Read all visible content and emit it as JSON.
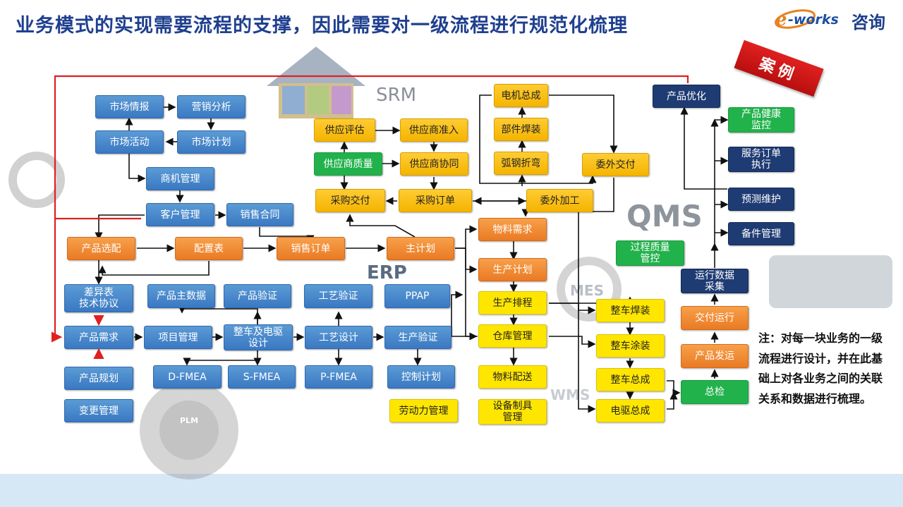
{
  "title": "业务模式的实现需要流程的支撑，因此需要对一级流程进行规范化梳理",
  "logo": {
    "brand": "e-works",
    "suffix": "咨询"
  },
  "badge": "案例",
  "watermarks": {
    "srm": "SRM",
    "erp": "ERP",
    "qms": "QMS",
    "mes": "MES",
    "wms": "WMS",
    "plm": "PLM"
  },
  "note": "注：对每一块业务的一级流程进行设计，并在此基础上对各业务之间的关联关系和数据进行梳理。",
  "boxes": {
    "mkt_intel": "市场情报",
    "mkt_analysis": "营销分析",
    "mkt_activity": "市场活动",
    "mkt_plan": "市场计划",
    "opportunity": "商机管理",
    "customer": "客户管理",
    "sales_contract": "销售合同",
    "product_config": "产品选配",
    "config_table": "配置表",
    "sales_order": "销售订单",
    "master_plan": "主计划",
    "diff_table": "差异表\n技术协议",
    "product_md": "产品主数据",
    "product_verify": "产品验证",
    "process_verify": "工艺验证",
    "ppap": "PPAP",
    "product_req": "产品需求",
    "project_mgmt": "项目管理",
    "vehicle_drive": "整车及电驱\n设计",
    "process_design": "工艺设计",
    "prod_verify": "生产验证",
    "product_plan": "产品规划",
    "dfmea": "D-FMEA",
    "sfmea": "S-FMEA",
    "pfmea": "P-FMEA",
    "control_plan": "控制计划",
    "change_mgmt": "变更管理",
    "labor_mgmt": "劳动力管理",
    "supplier_eval": "供应评估",
    "supplier_access": "供应商准入",
    "supplier_quality": "供应商质量",
    "supplier_collab": "供应商协同",
    "purchase_delivery": "采购交付",
    "purchase_order": "采购订单",
    "motor_assembly": "电机总成",
    "part_welding": "部件焊装",
    "arc_bending": "弧钢折弯",
    "outsource_process": "委外加工",
    "outsource_delivery": "委外交付",
    "material_req": "物料需求",
    "prod_plan": "生产计划",
    "prod_schedule": "生产排程",
    "warehouse": "仓库管理",
    "material_dist": "物料配送",
    "equipment": "设备制具\n管理",
    "process_quality": "过程质量\n管控",
    "vehicle_weld": "整车焊装",
    "vehicle_paint": "整车涂装",
    "vehicle_assembly": "整车总成",
    "edrive_assembly": "电驱总成",
    "final_check": "总检",
    "product_ship": "产品发运",
    "delivery_run": "交付运行",
    "run_data": "运行数据\n采集",
    "product_opt": "产品优化",
    "health_monitor": "产品健康\n监控",
    "service_order": "服务订单\n执行",
    "predictive": "预测维护",
    "spare_parts": "备件管理"
  },
  "colors": {
    "title": "#1f3f8f",
    "blue": "#3a78c2",
    "navy": "#1f3b73",
    "orange": "#ea7a24",
    "yellow": "#ffe600",
    "green": "#22b24c",
    "gold": "#f4b400",
    "red_line": "#e02020"
  }
}
